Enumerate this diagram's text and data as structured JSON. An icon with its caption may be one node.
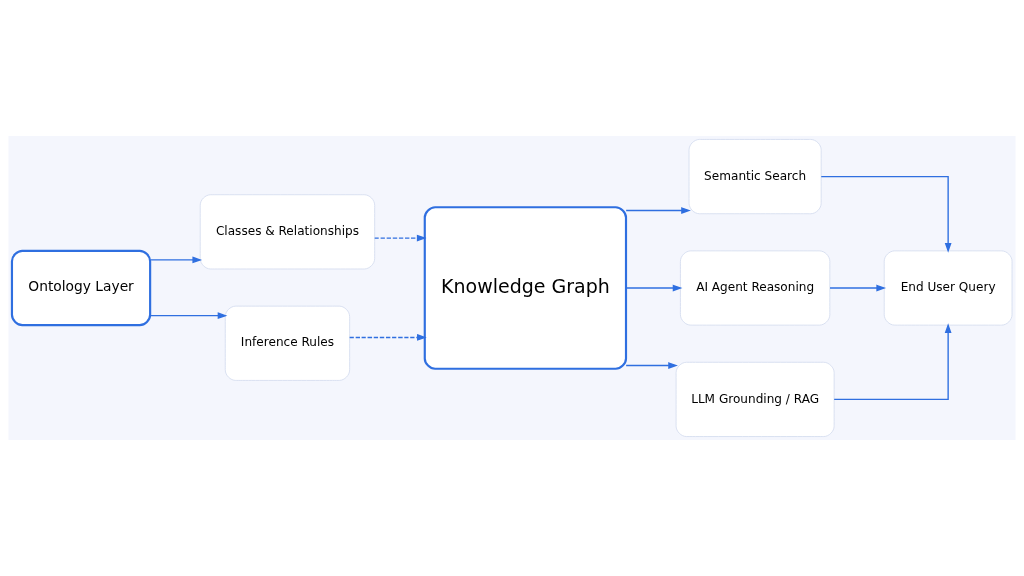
{
  "diagram": {
    "nodes": [
      {
        "text": [
          "Ontology Layer"
        ]
      },
      {
        "text": [
          "Classes & Relationships"
        ]
      },
      {
        "text": [
          "Inference Rules"
        ]
      },
      {
        "text": [
          "Knowledge Graph"
        ]
      },
      {
        "text": [
          "Semantic Search"
        ]
      },
      {
        "text": [
          "AI Agent Reasoning"
        ]
      },
      {
        "text": [
          "LLM Grounding / RAG"
        ]
      },
      {
        "text": [
          "End User Query"
        ]
      }
    ],
    "edges": [
      {
        "from": 0,
        "to": 1,
        "arrow": "to"
      },
      {
        "from": 0,
        "to": 2,
        "arrow": "to"
      },
      {
        "from": 1,
        "to": 3,
        "arrow": "to",
        "style": "dashed"
      },
      {
        "from": 2,
        "to": 3,
        "arrow": "to",
        "style": "dashed"
      },
      {
        "from": 3,
        "to": 4,
        "arrow": "to"
      },
      {
        "from": 3,
        "to": 5,
        "arrow": "to"
      },
      {
        "from": 3,
        "to": 6,
        "arrow": "to"
      },
      {
        "from": 4,
        "to": 7,
        "arrow": "to"
      },
      {
        "from": 5,
        "to": 7,
        "arrow": "to"
      },
      {
        "from": 6,
        "to": 7,
        "arrow": "to"
      }
    ]
  }
}
